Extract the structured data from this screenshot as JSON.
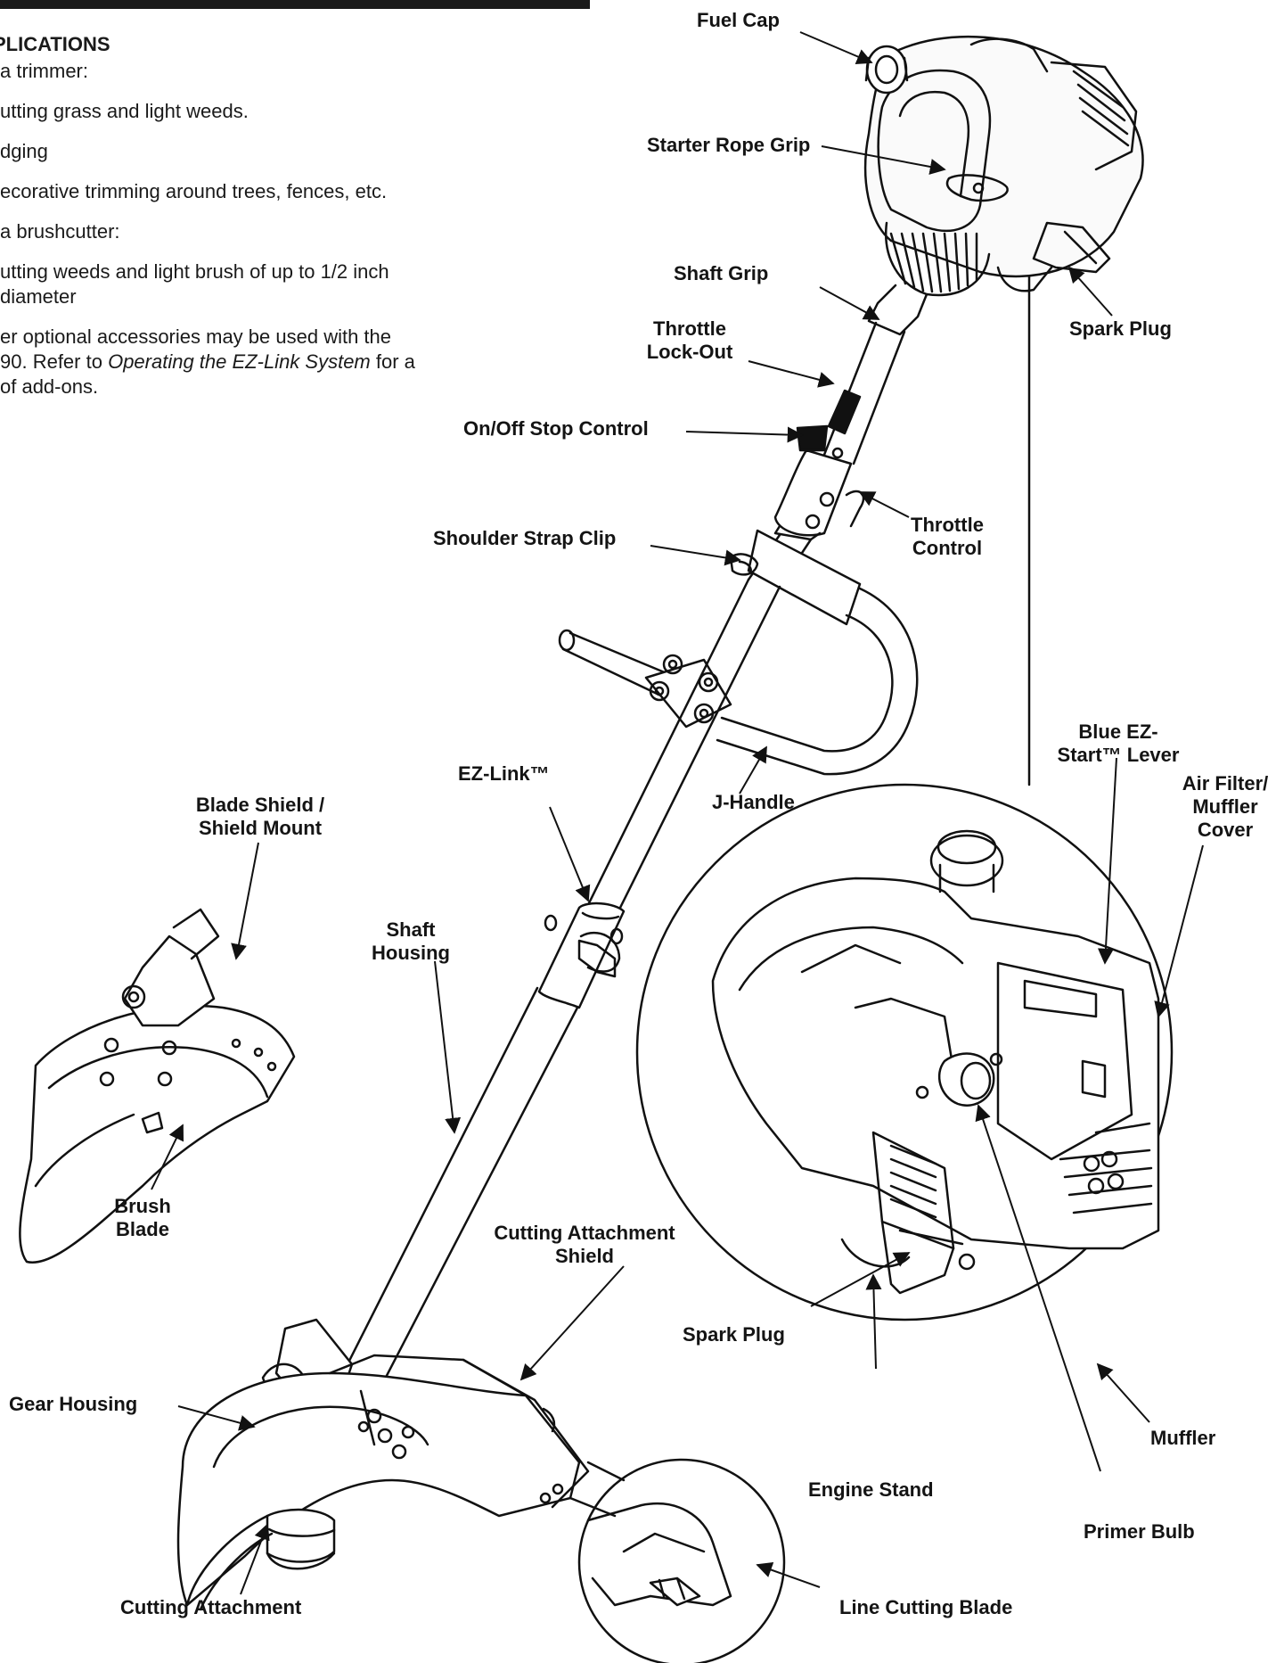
{
  "applications": {
    "heading": "PLICATIONS",
    "trimmer_intro": "a trimmer:",
    "trimmer_items": [
      "utting grass and light weeds.",
      "dging",
      "ecorative trimming around trees, fences, etc."
    ],
    "brushcutter_intro": "a brushcutter:",
    "brushcutter_items": [
      "utting weeds and light brush of up to 1/2 inch",
      "diameter"
    ],
    "accessories_line1": "er optional accessories may be used with the",
    "accessories_line2_prefix": "90. Refer to ",
    "accessories_line2_italic": "Operating the EZ-Link System",
    "accessories_line2_suffix": " for a",
    "accessories_line3": "of add-ons."
  },
  "labels": {
    "fuel_cap": "Fuel Cap",
    "starter_rope_grip": "Starter Rope Grip",
    "shaft_grip": "Shaft Grip",
    "throttle_lockout_1": "Throttle",
    "throttle_lockout_2": "Lock-Out",
    "spark_plug_top": "Spark Plug",
    "on_off_stop": "On/Off Stop Control",
    "throttle_control_1": "Throttle",
    "throttle_control_2": "Control",
    "shoulder_strap_clip": "Shoulder Strap Clip",
    "ez_link": "EZ-Link™",
    "j_handle": "J-Handle",
    "blue_ez_1": "Blue EZ-",
    "blue_ez_2": "Start™ Lever",
    "air_filter_1": "Air Filter/",
    "air_filter_2": "Muffler",
    "air_filter_3": "Cover",
    "blade_shield_1": "Blade Shield /",
    "blade_shield_2": "Shield Mount",
    "shaft_housing_1": "Shaft",
    "shaft_housing_2": "Housing",
    "brush_blade_1": "Brush",
    "brush_blade_2": "Blade",
    "cutting_shield_1": "Cutting Attachment",
    "cutting_shield_2": "Shield",
    "spark_plug_detail": "Spark Plug",
    "gear_housing": "Gear Housing",
    "muffler": "Muffler",
    "engine_stand": "Engine Stand",
    "primer_bulb": "Primer Bulb",
    "cutting_attachment": "Cutting Attachment",
    "line_cutting_blade": "Line Cutting Blade"
  }
}
